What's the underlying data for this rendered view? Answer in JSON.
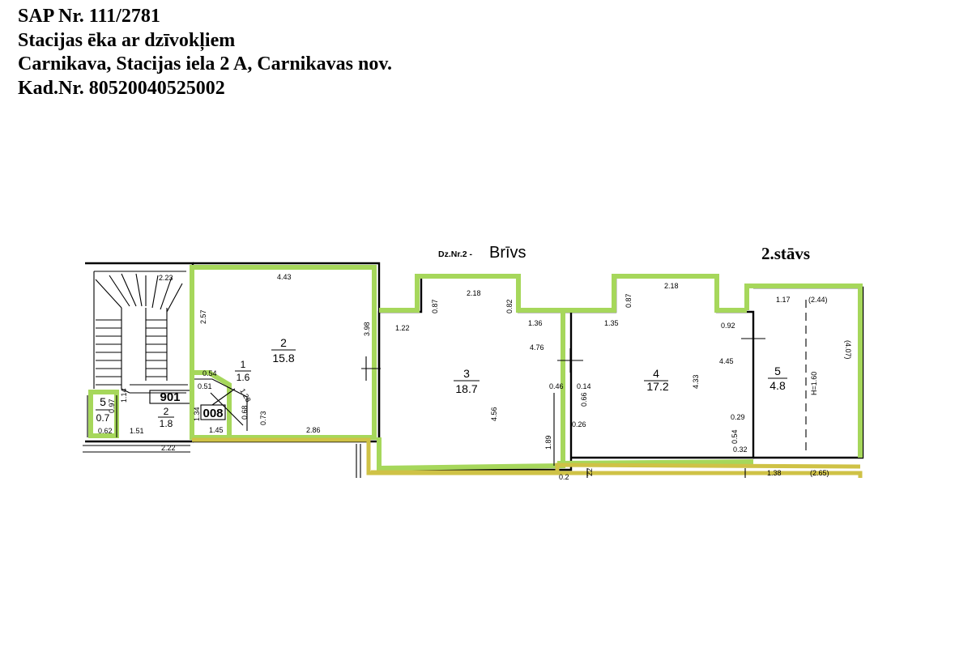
{
  "header": {
    "line1": "SAP Nr. 111/2781",
    "line2": "Stacijas ēka ar dzīvokļiem",
    "line3": "Carnikava, Stacijas iela 2 A,  Carnikavas nov.",
    "line4": "Kad.Nr. 80520040525002"
  },
  "plan": {
    "apartment_prefix": "Dz.Nr.2 -",
    "apartment_status": "Brīvs",
    "floor_label": "2.stāvs",
    "highlight_color": "#a6d75b",
    "secondary_outline_color": "#cfc246",
    "box_labels": {
      "left": "901",
      "right": "008"
    },
    "rooms": [
      {
        "number": "2",
        "area": "15.8"
      },
      {
        "number": "1",
        "area": "1.6"
      },
      {
        "number": "3",
        "area": "18.7"
      },
      {
        "number": "4",
        "area": "17.2"
      },
      {
        "number": "5",
        "area": "4.8"
      },
      {
        "number": "5",
        "area": "0.7"
      },
      {
        "number": "2",
        "area": "1.8"
      }
    ],
    "dimensions": {
      "d223": "2.23",
      "d443": "4.43",
      "d257": "2.57",
      "d398": "3.98",
      "d054": "0.54",
      "d051": "0.51",
      "d128": "1.28",
      "d134": "1.34",
      "d068": "0.68",
      "d073": "0.73",
      "d145": "1.45",
      "d286": "2.86",
      "d114": "1.14",
      "d097": "0.97",
      "d062": "0.62",
      "d151": "1.51",
      "d222": "2.22",
      "d218a": "2.18",
      "d087a": "0.87",
      "d082": "0.82",
      "d122": "1.22",
      "d136": "1.36",
      "d476": "4.76",
      "d046": "0.46",
      "d456": "4.56",
      "d189": "1.89",
      "d218b": "2.18",
      "d087b": "0.87",
      "d135": "1.35",
      "d092": "0.92",
      "d445": "4.45",
      "d433": "4.33",
      "d014": "0.14",
      "d066": "0.66",
      "d026": "0.26",
      "d029": "0.29",
      "d054b": "0.54",
      "d032": "0.32",
      "d117": "1.17",
      "d244": "(2.44)",
      "d407": "(4.07)",
      "h160": "H=1.60",
      "d138": "1.38",
      "d265": "(2.65)",
      "d22": "22",
      "d02": "0.2"
    }
  }
}
